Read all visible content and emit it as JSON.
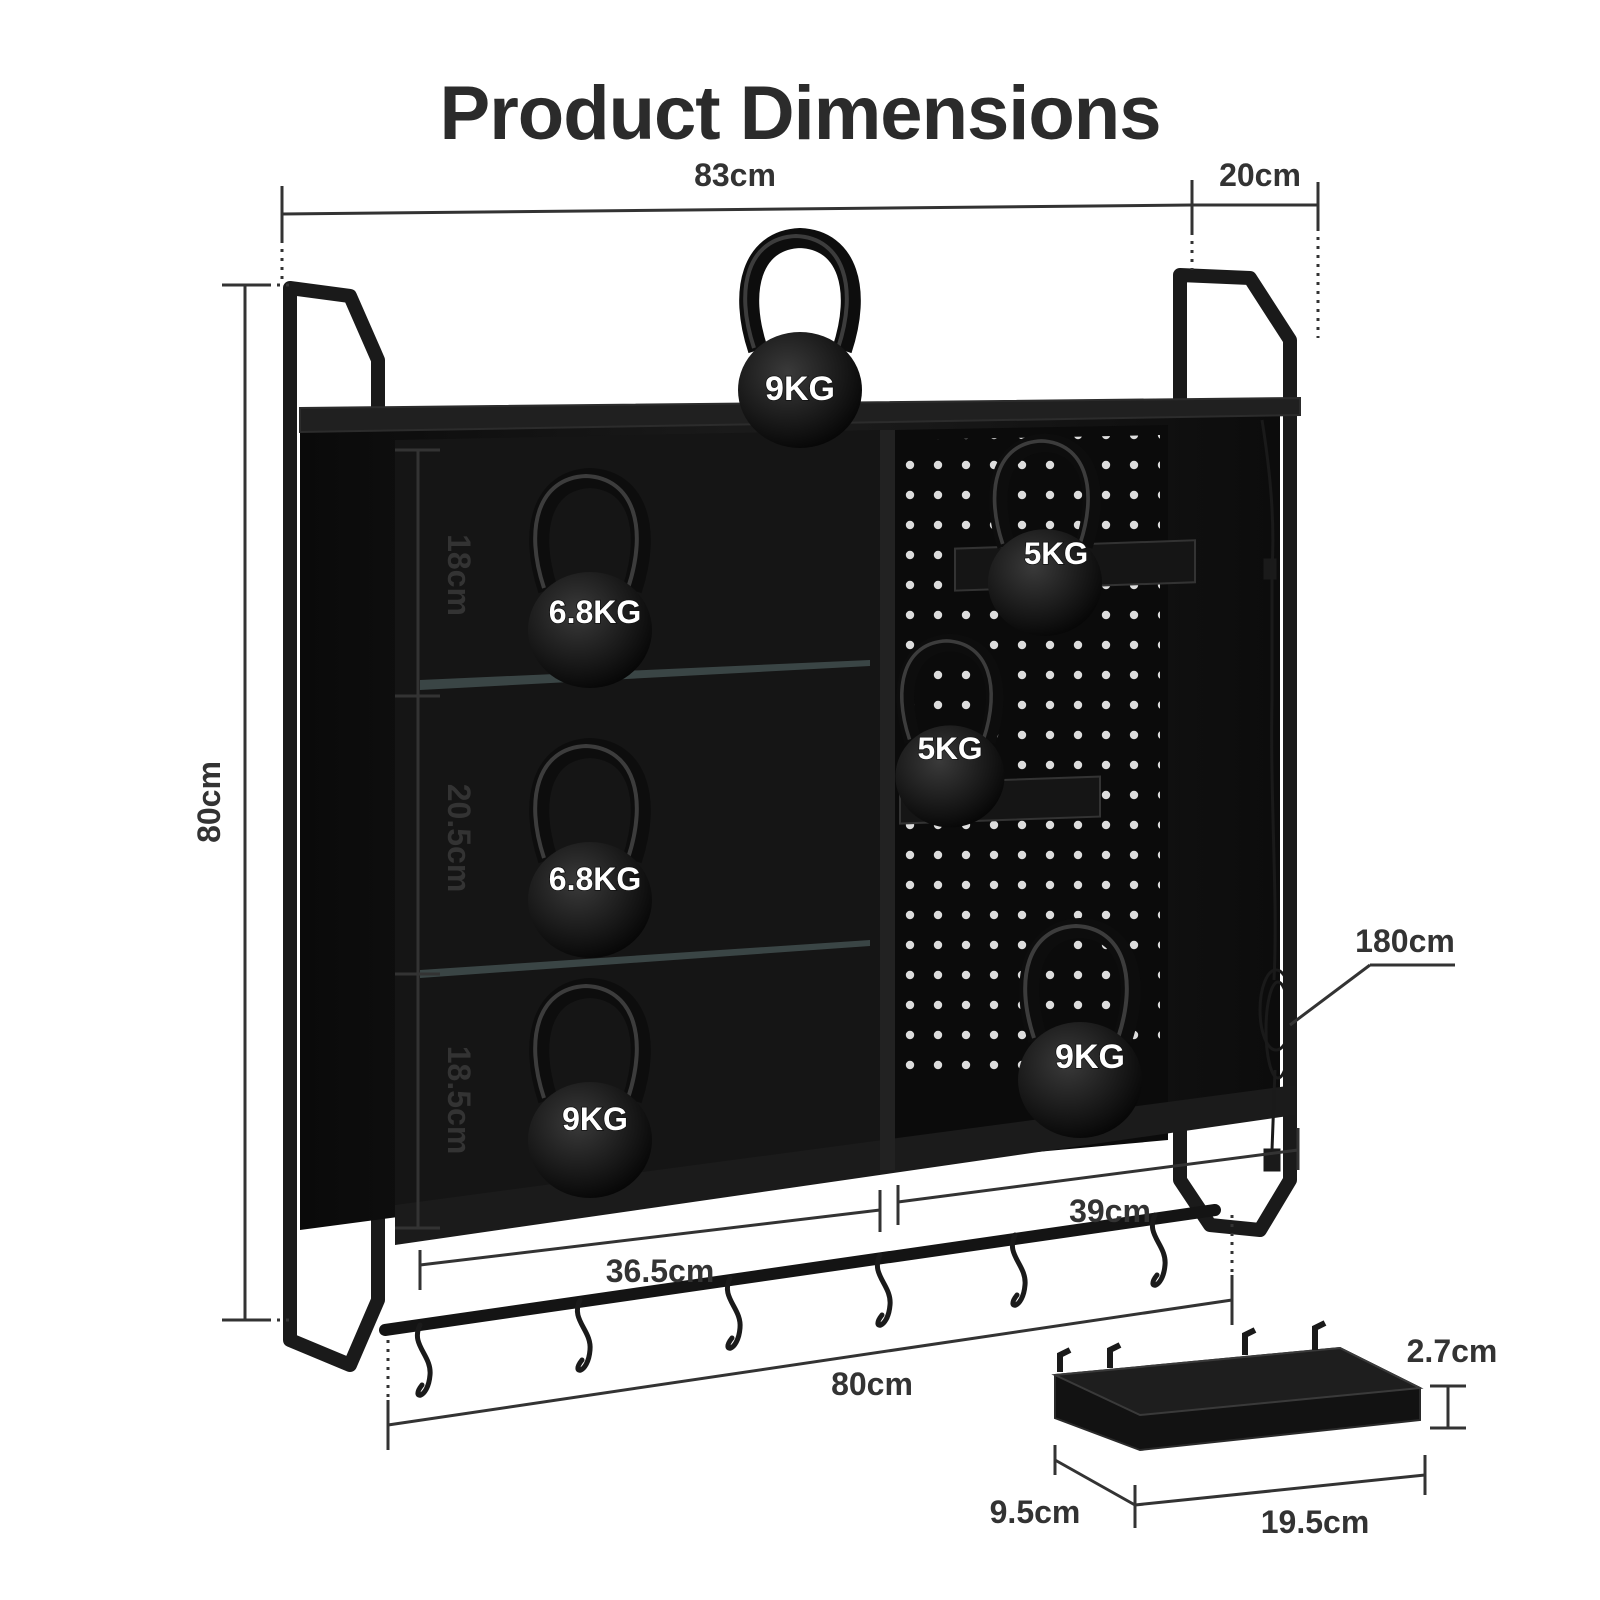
{
  "title": "Product Dimensions",
  "colors": {
    "frame": "#1a1a1a",
    "panel": "#101010",
    "measure": "#333333",
    "background": "#ffffff"
  },
  "dimensions": {
    "overall_width": "83cm",
    "depth": "20cm",
    "height": "80cm",
    "shelf_1": "18cm",
    "shelf_2": "20.5cm",
    "shelf_3": "18.5cm",
    "cable_length": "180cm",
    "left_cabinet_width": "36.5cm",
    "right_cabinet_width": "39cm",
    "bar_width": "80cm",
    "basket_height": "2.7cm",
    "basket_depth": "9.5cm",
    "basket_width": "19.5cm"
  },
  "weights": {
    "top": "9KG",
    "left_upper": "6.8KG",
    "left_middle": "6.8KG",
    "left_lower": "9KG",
    "right_upper": "5KG",
    "right_middle": "5KG",
    "right_lower": "9KG"
  }
}
